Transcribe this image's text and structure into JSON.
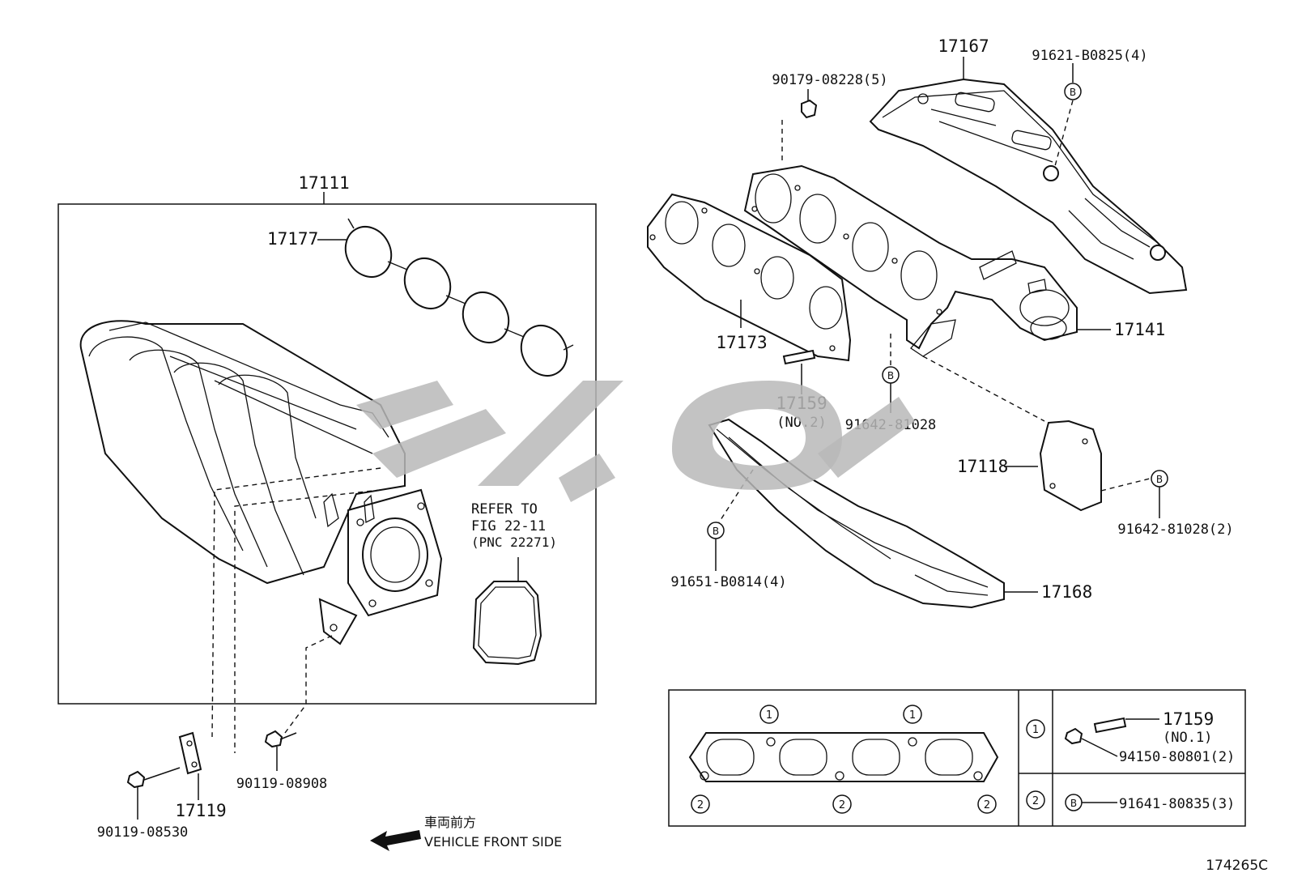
{
  "labels": {
    "p17111": "17111",
    "p17177": "17177",
    "refer_line1": "REFER TO",
    "refer_line2": "FIG 22-11",
    "refer_line3": "(PNC 22271)",
    "p17119": "17119",
    "p90119_08530": "90119-08530",
    "p90119_08908": "90119-08908",
    "front_jp": "車両前方",
    "front_en": "VEHICLE FRONT SIDE",
    "p17167": "17167",
    "p91621": "91621-B0825(4)",
    "p90179": "90179-08228(5)",
    "p17173": "17173",
    "p17159a": "17159",
    "p17159a_sub": "(NO.2)",
    "p91642a": "91642-81028",
    "p17141": "17141",
    "p17118": "17118",
    "p91642b": "91642-81028(2)",
    "p91651": "91651-B0814(4)",
    "p17168": "17168",
    "diagram_id": "174265C"
  },
  "callouts": {
    "B": "B",
    "one": "1",
    "two": "2"
  },
  "legend": {
    "row1_key": "1",
    "row1_part": "17159",
    "row1_sub": "(NO.1)",
    "row1_nut": "94150-80801(2)",
    "row2_key": "2",
    "row2_b": "B",
    "row2_part": "91641-80835(3)"
  }
}
